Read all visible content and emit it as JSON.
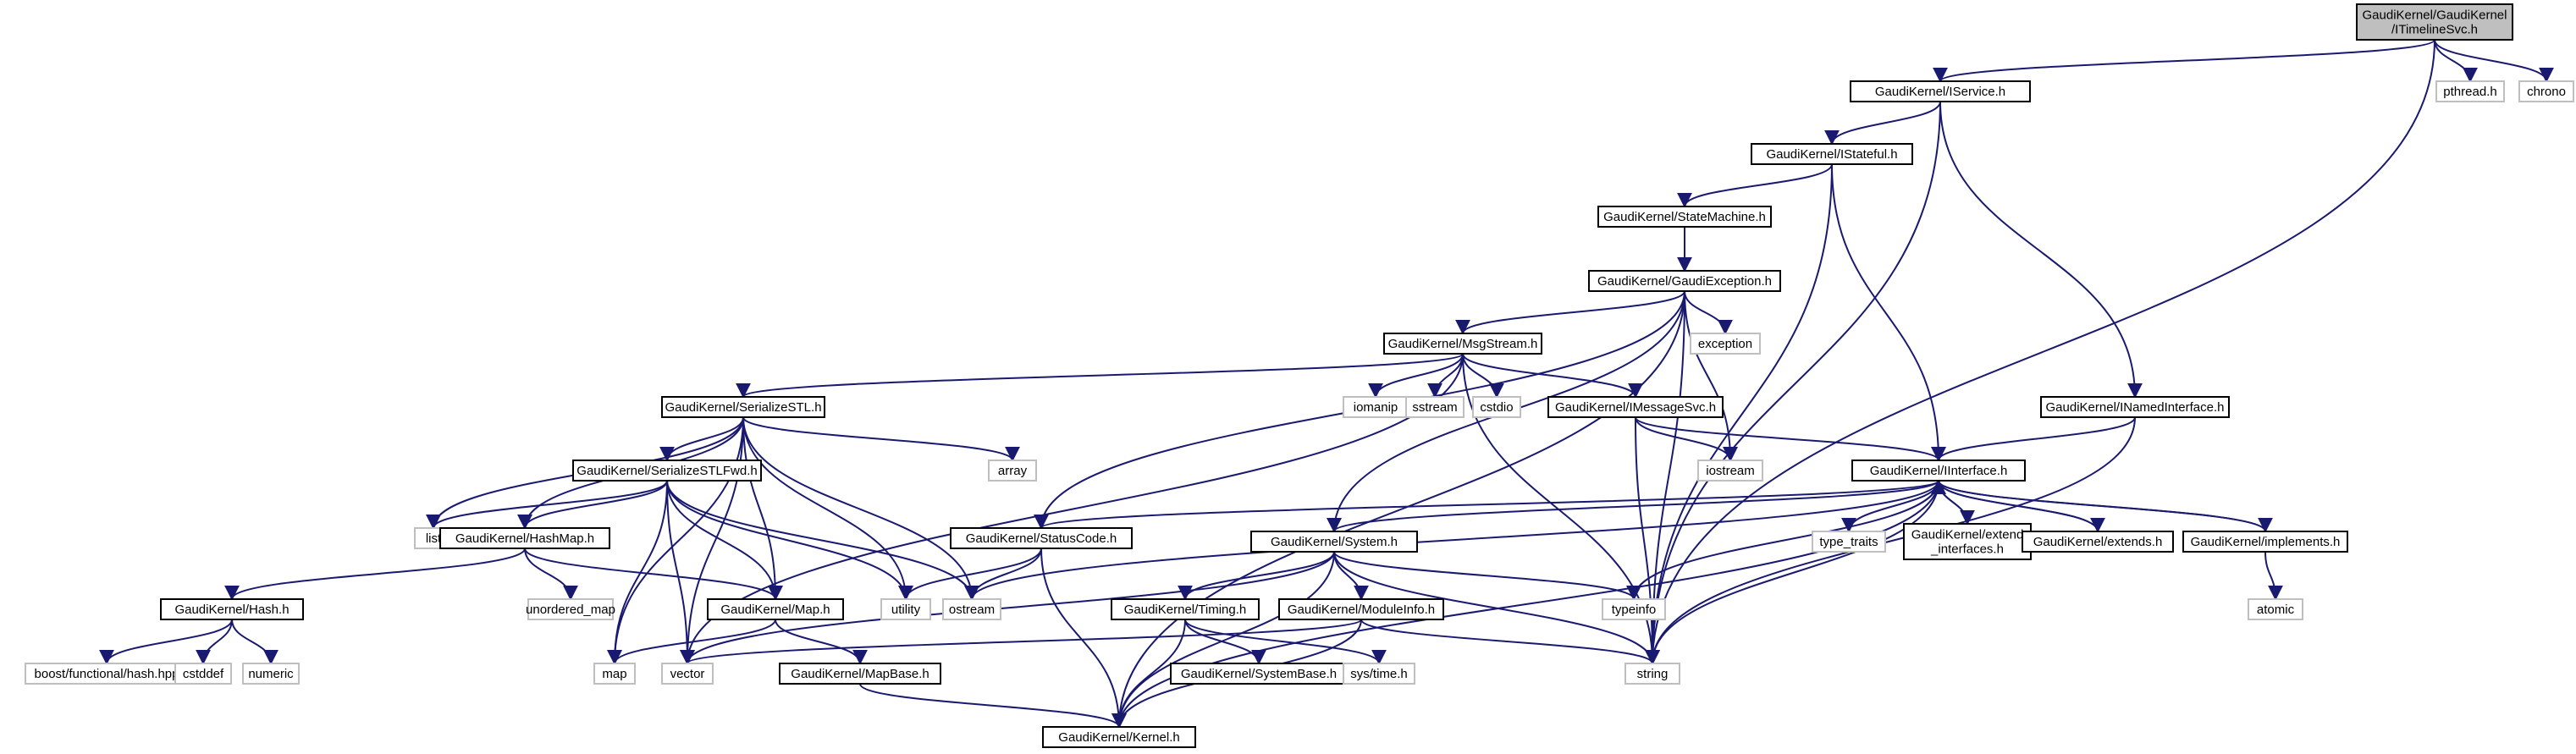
{
  "graph": {
    "nodes": [
      {
        "id": "root",
        "label": "GaudiKernel/GaudiKernel\n/ITimelineSvc.h",
        "kind": "root"
      },
      {
        "id": "iservice",
        "label": "GaudiKernel/IService.h",
        "kind": "project"
      },
      {
        "id": "pthread",
        "label": "pthread.h",
        "kind": "system"
      },
      {
        "id": "chrono",
        "label": "chrono",
        "kind": "system"
      },
      {
        "id": "istateful",
        "label": "GaudiKernel/IStateful.h",
        "kind": "project"
      },
      {
        "id": "statemachine",
        "label": "GaudiKernel/StateMachine.h",
        "kind": "project"
      },
      {
        "id": "gaudiexception",
        "label": "GaudiKernel/GaudiException.h",
        "kind": "project"
      },
      {
        "id": "exception",
        "label": "exception",
        "kind": "system"
      },
      {
        "id": "msgstream",
        "label": "GaudiKernel/MsgStream.h",
        "kind": "project"
      },
      {
        "id": "serializestl",
        "label": "GaudiKernel/SerializeSTL.h",
        "kind": "project"
      },
      {
        "id": "iomanip",
        "label": "iomanip",
        "kind": "system"
      },
      {
        "id": "sstream",
        "label": "sstream",
        "kind": "system"
      },
      {
        "id": "cstdio",
        "label": "cstdio",
        "kind": "system"
      },
      {
        "id": "imessagesvc",
        "label": "GaudiKernel/IMessageSvc.h",
        "kind": "project"
      },
      {
        "id": "inamedinterface",
        "label": "GaudiKernel/INamedInterface.h",
        "kind": "project"
      },
      {
        "id": "array",
        "label": "array",
        "kind": "system"
      },
      {
        "id": "serializestlfwd",
        "label": "GaudiKernel/SerializeSTLFwd.h",
        "kind": "project"
      },
      {
        "id": "iostream",
        "label": "iostream",
        "kind": "system"
      },
      {
        "id": "iinterface",
        "label": "GaudiKernel/IInterface.h",
        "kind": "project"
      },
      {
        "id": "list",
        "label": "list",
        "kind": "system"
      },
      {
        "id": "hashmap",
        "label": "GaudiKernel/HashMap.h",
        "kind": "project"
      },
      {
        "id": "statuscode",
        "label": "GaudiKernel/StatusCode.h",
        "kind": "project"
      },
      {
        "id": "system",
        "label": "GaudiKernel/System.h",
        "kind": "project"
      },
      {
        "id": "type_traits",
        "label": "type_traits",
        "kind": "system"
      },
      {
        "id": "extend_interfaces",
        "label": "GaudiKernel/extend\n_interfaces.h",
        "kind": "project"
      },
      {
        "id": "extends",
        "label": "GaudiKernel/extends.h",
        "kind": "project"
      },
      {
        "id": "implements",
        "label": "GaudiKernel/implements.h",
        "kind": "project"
      },
      {
        "id": "unordered_map",
        "label": "unordered_map",
        "kind": "system"
      },
      {
        "id": "hash",
        "label": "GaudiKernel/Hash.h",
        "kind": "project"
      },
      {
        "id": "map_h",
        "label": "GaudiKernel/Map.h",
        "kind": "project"
      },
      {
        "id": "utility",
        "label": "utility",
        "kind": "system"
      },
      {
        "id": "ostream",
        "label": "ostream",
        "kind": "system"
      },
      {
        "id": "timing",
        "label": "GaudiKernel/Timing.h",
        "kind": "project"
      },
      {
        "id": "moduleinfo",
        "label": "GaudiKernel/ModuleInfo.h",
        "kind": "project"
      },
      {
        "id": "typeinfo",
        "label": "typeinfo",
        "kind": "system"
      },
      {
        "id": "atomic",
        "label": "atomic",
        "kind": "system"
      },
      {
        "id": "boost_hash",
        "label": "boost/functional/hash.hpp",
        "kind": "system"
      },
      {
        "id": "cstddef",
        "label": "cstddef",
        "kind": "system"
      },
      {
        "id": "numeric",
        "label": "numeric",
        "kind": "system"
      },
      {
        "id": "map",
        "label": "map",
        "kind": "system"
      },
      {
        "id": "vector",
        "label": "vector",
        "kind": "system"
      },
      {
        "id": "mapbase",
        "label": "GaudiKernel/MapBase.h",
        "kind": "project"
      },
      {
        "id": "systembase",
        "label": "GaudiKernel/SystemBase.h",
        "kind": "project"
      },
      {
        "id": "systime",
        "label": "sys/time.h",
        "kind": "system"
      },
      {
        "id": "string",
        "label": "string",
        "kind": "system"
      },
      {
        "id": "kernel",
        "label": "GaudiKernel/Kernel.h",
        "kind": "project"
      }
    ],
    "edges": [
      [
        "root",
        "iservice"
      ],
      [
        "root",
        "pthread"
      ],
      [
        "root",
        "chrono"
      ],
      [
        "root",
        "string"
      ],
      [
        "iservice",
        "istateful"
      ],
      [
        "iservice",
        "inamedinterface"
      ],
      [
        "iservice",
        "string"
      ],
      [
        "istateful",
        "statemachine"
      ],
      [
        "istateful",
        "iinterface"
      ],
      [
        "istateful",
        "string"
      ],
      [
        "statemachine",
        "gaudiexception"
      ],
      [
        "gaudiexception",
        "msgstream"
      ],
      [
        "gaudiexception",
        "exception"
      ],
      [
        "gaudiexception",
        "iostream"
      ],
      [
        "gaudiexception",
        "string"
      ],
      [
        "gaudiexception",
        "statuscode"
      ],
      [
        "gaudiexception",
        "system"
      ],
      [
        "gaudiexception",
        "kernel"
      ],
      [
        "msgstream",
        "serializestl"
      ],
      [
        "msgstream",
        "iomanip"
      ],
      [
        "msgstream",
        "sstream"
      ],
      [
        "msgstream",
        "cstdio"
      ],
      [
        "msgstream",
        "imessagesvc"
      ],
      [
        "msgstream",
        "string"
      ],
      [
        "msgstream",
        "vector"
      ],
      [
        "serializestl",
        "array"
      ],
      [
        "serializestl",
        "serializestlfwd"
      ],
      [
        "serializestl",
        "list"
      ],
      [
        "serializestl",
        "hashmap"
      ],
      [
        "serializestl",
        "map_h"
      ],
      [
        "serializestl",
        "utility"
      ],
      [
        "serializestl",
        "ostream"
      ],
      [
        "serializestl",
        "map"
      ],
      [
        "serializestl",
        "vector"
      ],
      [
        "imessagesvc",
        "iostream"
      ],
      [
        "imessagesvc",
        "iinterface"
      ],
      [
        "imessagesvc",
        "string"
      ],
      [
        "inamedinterface",
        "iinterface"
      ],
      [
        "inamedinterface",
        "string"
      ],
      [
        "serializestlfwd",
        "list"
      ],
      [
        "serializestlfwd",
        "hashmap"
      ],
      [
        "serializestlfwd",
        "map_h"
      ],
      [
        "serializestlfwd",
        "utility"
      ],
      [
        "serializestlfwd",
        "ostream"
      ],
      [
        "serializestlfwd",
        "map"
      ],
      [
        "serializestlfwd",
        "vector"
      ],
      [
        "iinterface",
        "statuscode"
      ],
      [
        "iinterface",
        "system"
      ],
      [
        "iinterface",
        "type_traits"
      ],
      [
        "iinterface",
        "typeinfo"
      ],
      [
        "iinterface",
        "extend_interfaces"
      ],
      [
        "iinterface",
        "extends"
      ],
      [
        "iinterface",
        "implements"
      ],
      [
        "iinterface",
        "ostream"
      ],
      [
        "iinterface",
        "kernel"
      ],
      [
        "iinterface",
        "string"
      ],
      [
        "extend_interfaces",
        "iinterface"
      ],
      [
        "extends",
        "iinterface"
      ],
      [
        "implements",
        "iinterface"
      ],
      [
        "implements",
        "atomic"
      ],
      [
        "hashmap",
        "unordered_map"
      ],
      [
        "hashmap",
        "hash"
      ],
      [
        "hashmap",
        "map_h"
      ],
      [
        "hash",
        "boost_hash"
      ],
      [
        "hash",
        "cstddef"
      ],
      [
        "hash",
        "numeric"
      ],
      [
        "map_h",
        "map"
      ],
      [
        "map_h",
        "mapbase"
      ],
      [
        "mapbase",
        "kernel"
      ],
      [
        "statuscode",
        "utility"
      ],
      [
        "statuscode",
        "ostream"
      ],
      [
        "statuscode",
        "kernel"
      ],
      [
        "system",
        "timing"
      ],
      [
        "system",
        "moduleinfo"
      ],
      [
        "system",
        "typeinfo"
      ],
      [
        "system",
        "string"
      ],
      [
        "system",
        "vector"
      ],
      [
        "system",
        "kernel"
      ],
      [
        "timing",
        "systembase"
      ],
      [
        "timing",
        "systime"
      ],
      [
        "timing",
        "kernel"
      ],
      [
        "moduleinfo",
        "string"
      ],
      [
        "moduleinfo",
        "vector"
      ],
      [
        "moduleinfo",
        "kernel"
      ]
    ]
  }
}
